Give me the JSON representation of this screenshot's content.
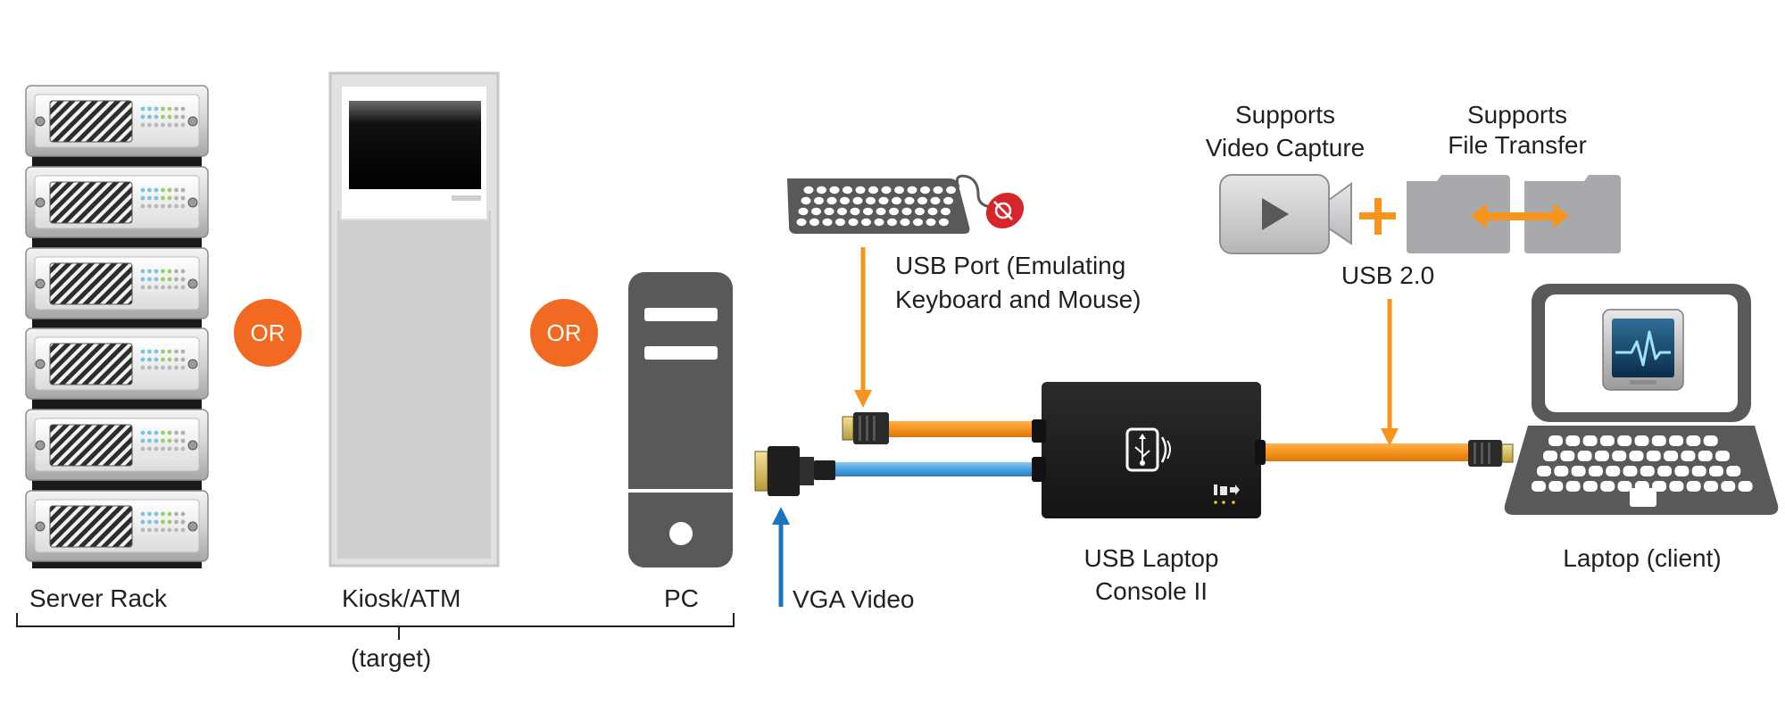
{
  "labels": {
    "server_rack": "Server Rack",
    "kiosk_atm": "Kiosk/ATM",
    "pc": "PC",
    "target": "(target)",
    "or_1": "OR",
    "or_2": "OR",
    "usb_port_line1": "USB Port (Emulating",
    "usb_port_line2": "Keyboard and Mouse)",
    "vga_video": "VGA Video",
    "console_line1": "USB Laptop",
    "console_line2": "Console II",
    "laptop": "Laptop (client)",
    "video_capture_line1": "Supports",
    "video_capture_line2": "Video Capture",
    "file_transfer_line1": "Supports",
    "file_transfer_line2": "File Transfer",
    "usb20": "USB 2.0",
    "plus": "+"
  },
  "colors": {
    "orange": "#f7941d",
    "or_circle": "#f26a21",
    "blue": "#1b75bc",
    "cable_blue": "#4aa3df",
    "dark_gray": "#58595b",
    "light_gray": "#a7a9ac",
    "device_black": "#1e1e1e",
    "mouse_red": "#d7262b",
    "text": "#231f20"
  }
}
